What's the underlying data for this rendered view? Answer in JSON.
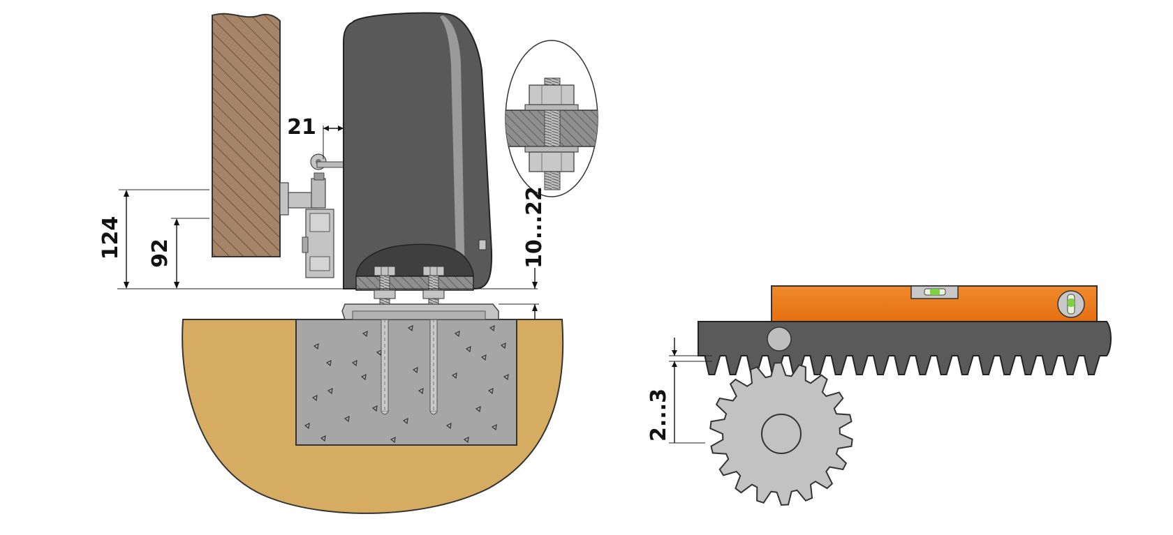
{
  "dimensions": {
    "gap_wall_motor": "21",
    "height_outer": "124",
    "height_inner": "92",
    "base_adjust_range": "10...22",
    "rack_pinion_clearance": "2...3"
  },
  "colors": {
    "wall_wood": "#a58468",
    "motor_body": "#595959",
    "motor_highlight": "#9a9a9a",
    "ground_soil": "#d6ab62",
    "concrete": "#a6a6a6",
    "metal_light": "#c4c4c4",
    "rack": "#5a5a5a",
    "gear": "#c2c2c2",
    "level_orange": "#ea7a1e",
    "bubble_green": "#7dd142"
  },
  "icons": [
    "hex-nut-icon",
    "threaded-rod-icon",
    "spirit-level-icon",
    "gear-icon"
  ]
}
